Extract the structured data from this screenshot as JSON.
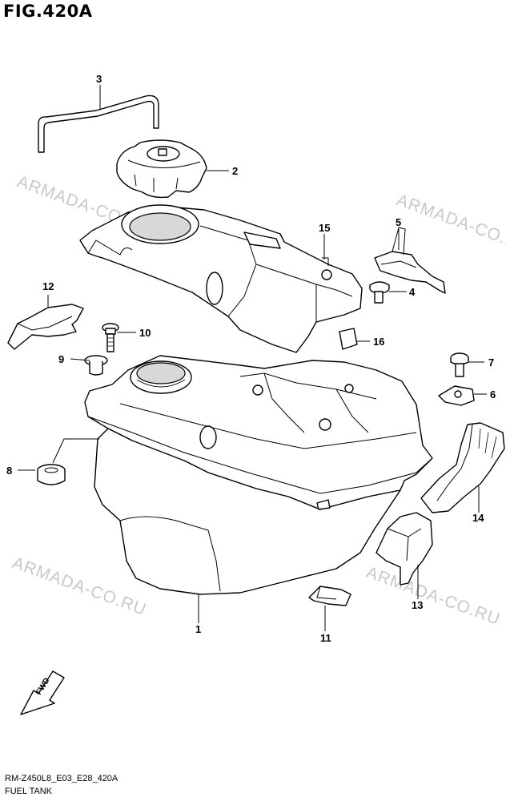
{
  "figure": {
    "title": "FIG.420A",
    "code": "RM-Z450L8_E03_E28_420A",
    "caption": "FUEL TANK"
  },
  "watermark": "ARMADA-CO.RU",
  "direction_label": "FWD",
  "callouts": [
    "1",
    "2",
    "3",
    "4",
    "5",
    "6",
    "7",
    "8",
    "9",
    "10",
    "11",
    "12",
    "13",
    "14",
    "15",
    "16"
  ]
}
